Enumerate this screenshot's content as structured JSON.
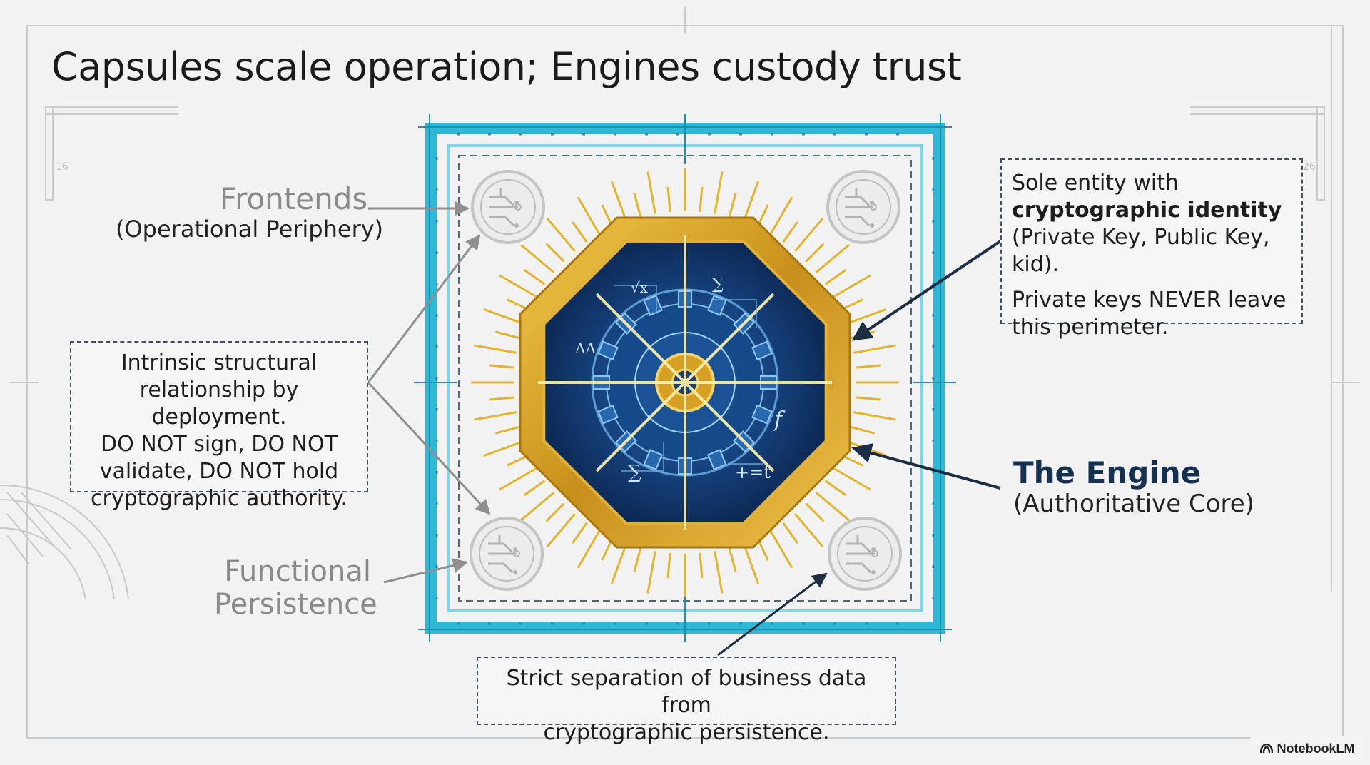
{
  "title": "Capsules scale operation; Engines custody trust",
  "frontends": {
    "label": "Frontends",
    "sublabel": "(Operational Periphery)"
  },
  "relationship_note": {
    "lines": [
      "Intrinsic structural",
      "relationship by deployment.",
      "DO NOT sign, DO NOT",
      "validate, DO NOT hold",
      "cryptographic authority."
    ]
  },
  "persistence": {
    "line1": "Functional",
    "line2": "Persistence"
  },
  "identity_note": {
    "line1": "Sole entity with",
    "bold": "cryptographic identity",
    "line3": "(Private Key, Public Key, kid).",
    "line4": "Private keys NEVER leave",
    "line5": "this perimeter."
  },
  "engine": {
    "label": "The Engine",
    "sublabel": "(Authoritative Core)"
  },
  "separation_note": {
    "line1": "Strict separation of business data from",
    "line2": "cryptographic persistence."
  },
  "ruler_marks": {
    "left": "16",
    "right": "26"
  },
  "core_glyphs": {
    "g1": "∑",
    "g2": "+=t",
    "g3": "f",
    "g4": "AA",
    "g5": "∑",
    "g6": "√x"
  },
  "brand": {
    "name": "NotebookLM",
    "icon": "notebooklm-icon"
  },
  "colors": {
    "perimeter": "#2fb7d6",
    "perimeter_light": "#7fd6ea",
    "gold": "#d9a521",
    "core_navy": "#0f2d5c",
    "core_blue": "#1f5a9c",
    "connector": "#8f8f8f",
    "dark_arrow": "#1c2e44"
  }
}
